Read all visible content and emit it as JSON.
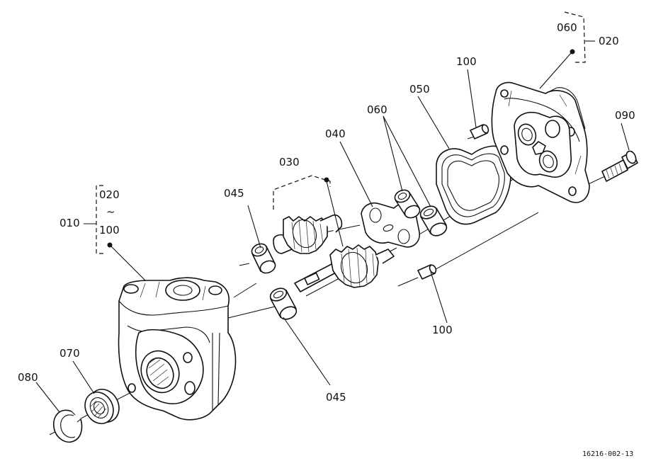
{
  "labels": {
    "p010": "010",
    "p020_top": "020",
    "p020_left": "020",
    "tilde": "~",
    "p100_left": "100",
    "p030": "030",
    "p040": "040",
    "p045_top": "045",
    "p045_bottom": "045",
    "p050": "050",
    "p060_upper": "060",
    "p060_mid": "060",
    "p070": "070",
    "p080": "080",
    "p090": "090",
    "p100_top": "100",
    "p100_bottom": "100"
  },
  "figure_code": "16216-002-13"
}
